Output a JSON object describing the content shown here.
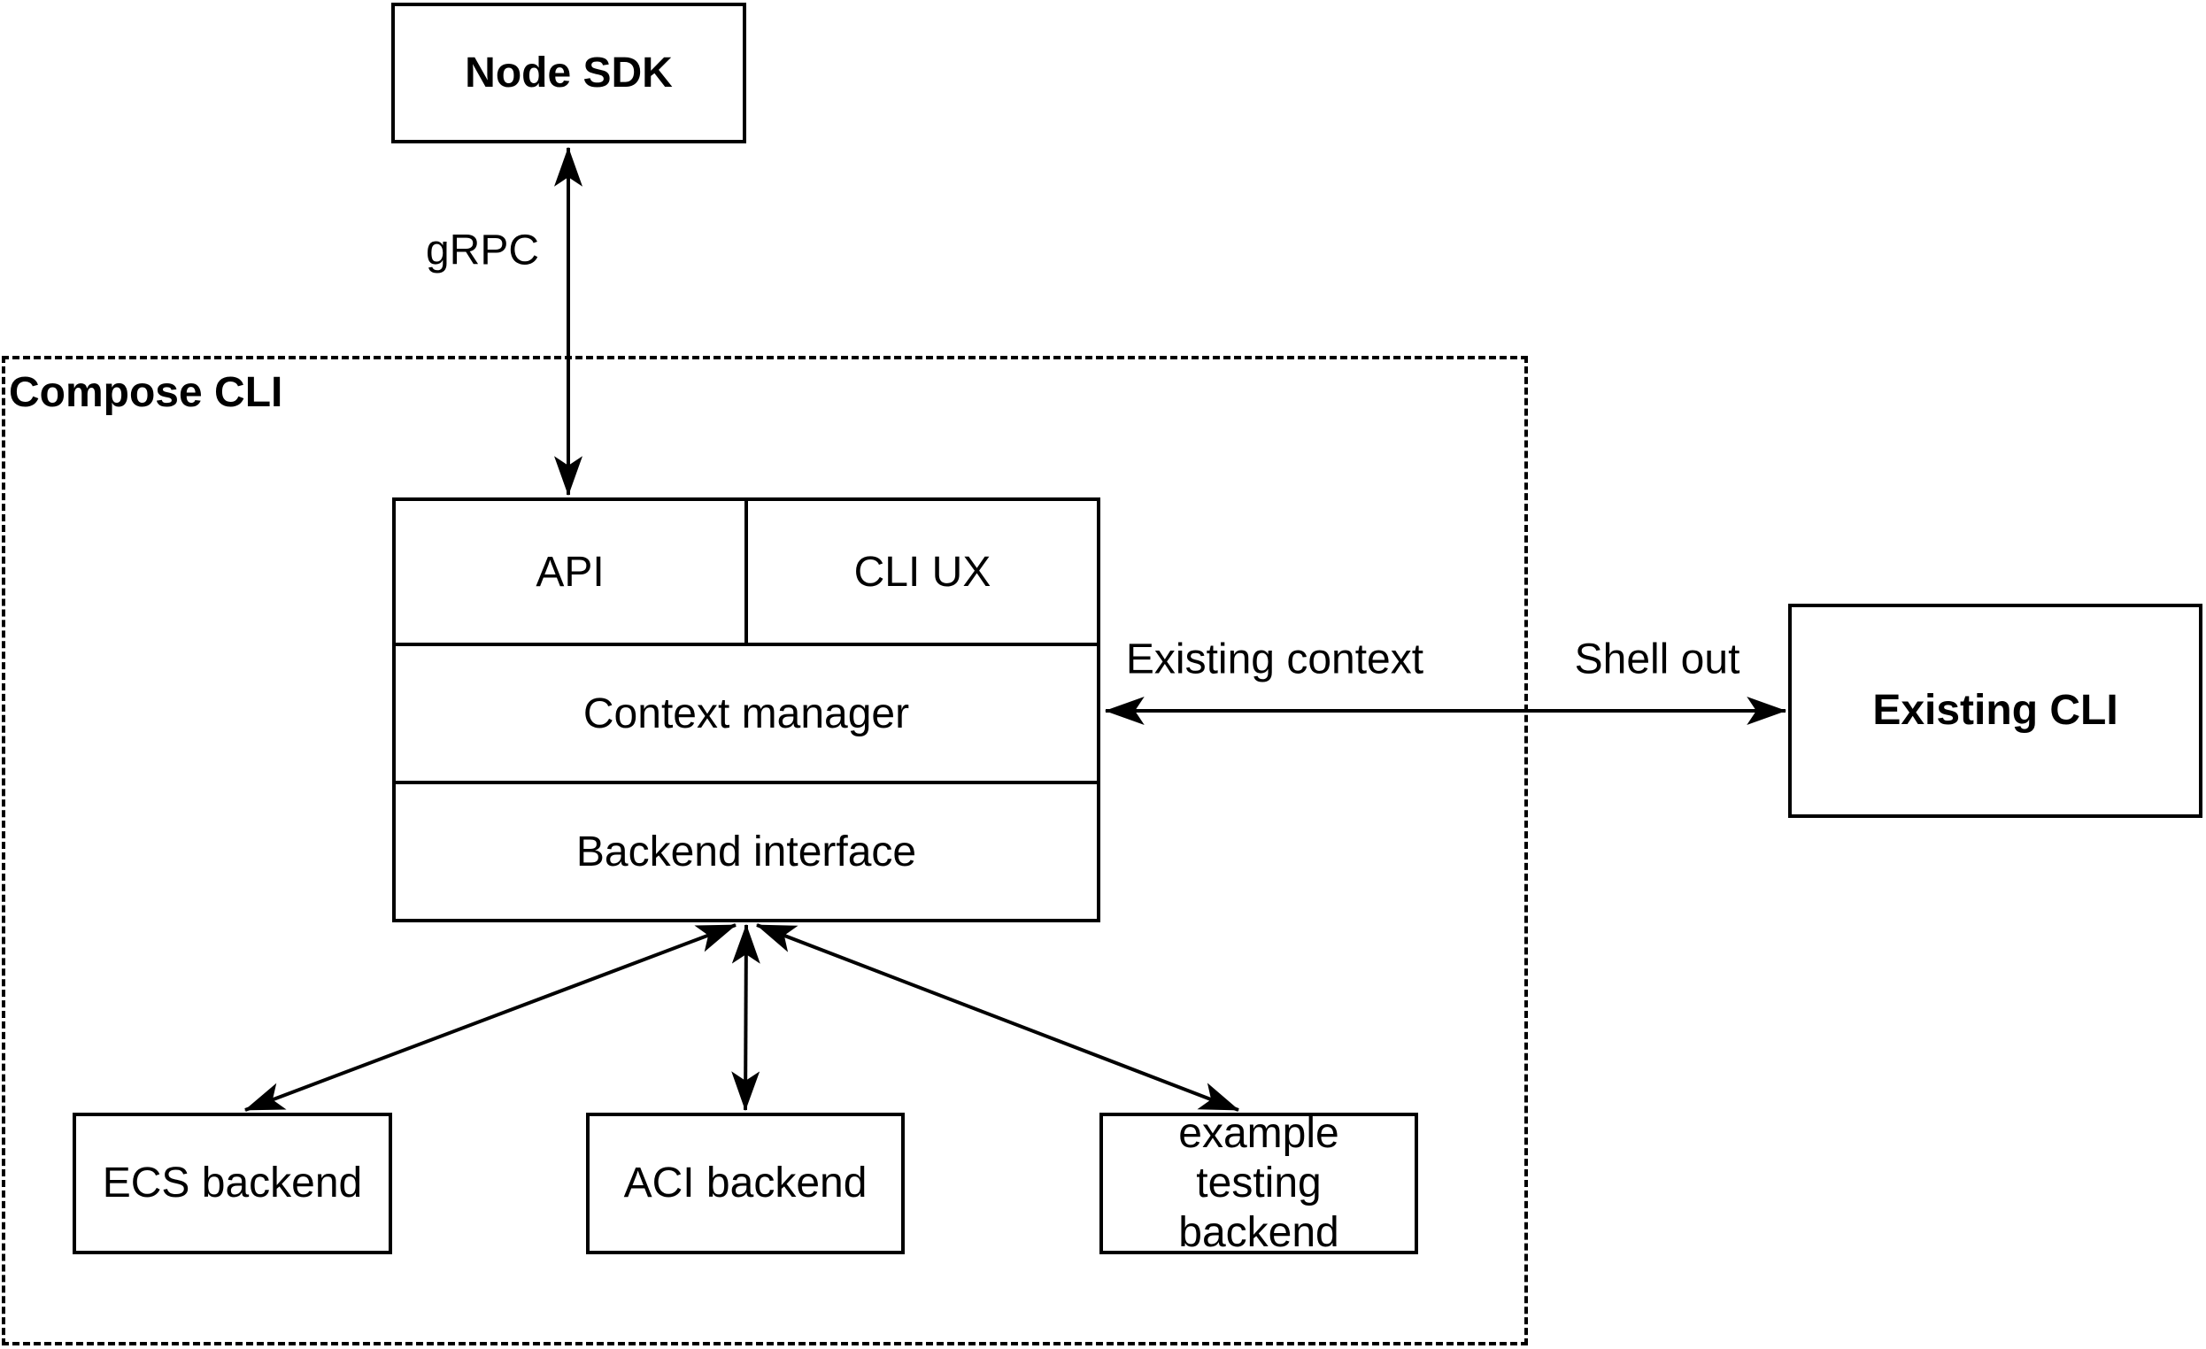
{
  "diagram": {
    "background": "#ffffff",
    "stroke": "#000000",
    "text_color": "#000000"
  },
  "container": {
    "label": "Compose CLI"
  },
  "nodes": {
    "node_sdk": "Node SDK",
    "api": "API",
    "cli_ux": "CLI UX",
    "context_manager": "Context manager",
    "backend_interface": "Backend interface",
    "existing_cli": "Existing CLI",
    "ecs_backend": "ECS backend",
    "aci_backend": "ACI backend",
    "example_testing_backend": "example testing backend"
  },
  "edges": {
    "grpc": {
      "from": "Node SDK",
      "to": "API",
      "label": "gRPC",
      "direction": "bidirectional"
    },
    "existing_cli_link": {
      "from": "Context manager",
      "to": "Existing CLI",
      "label_left": "Existing context",
      "label_right": "Shell out",
      "direction": "bidirectional"
    },
    "ecs_link": {
      "from": "Backend interface",
      "to": "ECS backend",
      "direction": "bidirectional"
    },
    "aci_link": {
      "from": "Backend interface",
      "to": "ACI backend",
      "direction": "bidirectional"
    },
    "example_link": {
      "from": "Backend interface",
      "to": "example testing backend",
      "direction": "bidirectional"
    }
  }
}
